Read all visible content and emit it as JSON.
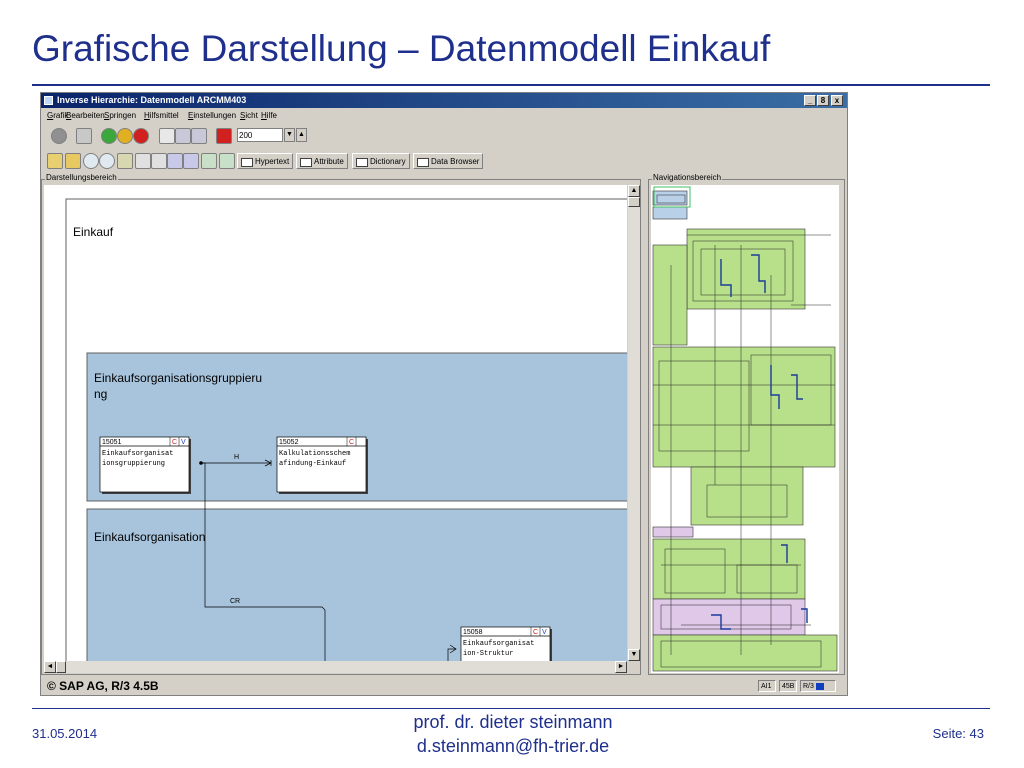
{
  "slide": {
    "title": "Grafische Darstellung – Datenmodell Einkauf",
    "date": "31.05.2014",
    "author_line1": "prof. dr. dieter steinmann",
    "author_line2": "d.steinmann@fh-trier.de",
    "page_label": "Seite: 43"
  },
  "window": {
    "title": "Inverse Hierarchie: Datenmodell ARCMM403",
    "controls": [
      "_",
      "8",
      "x"
    ],
    "menu": [
      "Grafik",
      "Bearbeiten",
      "Springen",
      "Hilfsmittel",
      "Einstellungen",
      "Sicht",
      "Hilfe"
    ],
    "command_field_value": "200",
    "toolbar_buttons": [
      "Hypertext",
      "Attribute",
      "Dictionary",
      "Data Browser"
    ],
    "canvas_label": "Darstellungsbereich",
    "nav_label": "Navigationsbereich",
    "status_left": "© SAP AG, R/3 4.5B",
    "status_fields": [
      "AI1",
      "45B",
      "R/3"
    ]
  },
  "diagram": {
    "root": "Einkauf",
    "group1_title": "Einkaufsorganisationsgruppieru ng",
    "group2_title": "Einkaufsorganisation",
    "entities": [
      {
        "id": "15051",
        "flags": [
          "C",
          "V"
        ],
        "text": "Einkaufsorganisat ionsgruppierung"
      },
      {
        "id": "15052",
        "flags": [
          "C"
        ],
        "text": "Kalkulationsschem afindung-Einkauf"
      },
      {
        "id": "15058",
        "flags": [
          "C",
          "V"
        ],
        "text": "Einkaufsorganisat ion-Struktur"
      }
    ],
    "relations": [
      "H",
      "CR"
    ]
  },
  "colors": {
    "title": "#1f2f8c",
    "group_fill": "#a8c4dc",
    "nav_green": "#b8e08a",
    "nav_pink": "#e0c8e8",
    "nav_blue": "#b8d0e8",
    "status_blue": "#1040c0"
  }
}
